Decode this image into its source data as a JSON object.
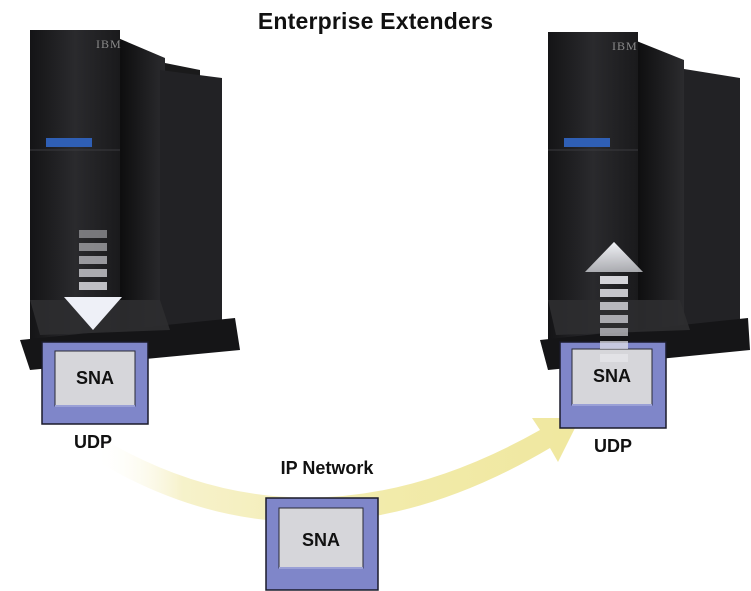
{
  "title": "Enterprise Extenders",
  "left_server": {
    "brand": "IBM",
    "packet_label": "SNA",
    "protocol_label": "UDP",
    "arrow_direction": "down"
  },
  "right_server": {
    "brand": "IBM",
    "packet_label": "SNA",
    "protocol_label": "UDP",
    "arrow_direction": "up"
  },
  "network": {
    "label": "IP Network",
    "packet_label": "SNA"
  },
  "colors": {
    "server_body": "#1e1e20",
    "packet_frame": "#7f86c9",
    "packet_inner": "#d6d6da",
    "network_arc": "#f3edb0",
    "blue_light": "#2f5fb5"
  }
}
